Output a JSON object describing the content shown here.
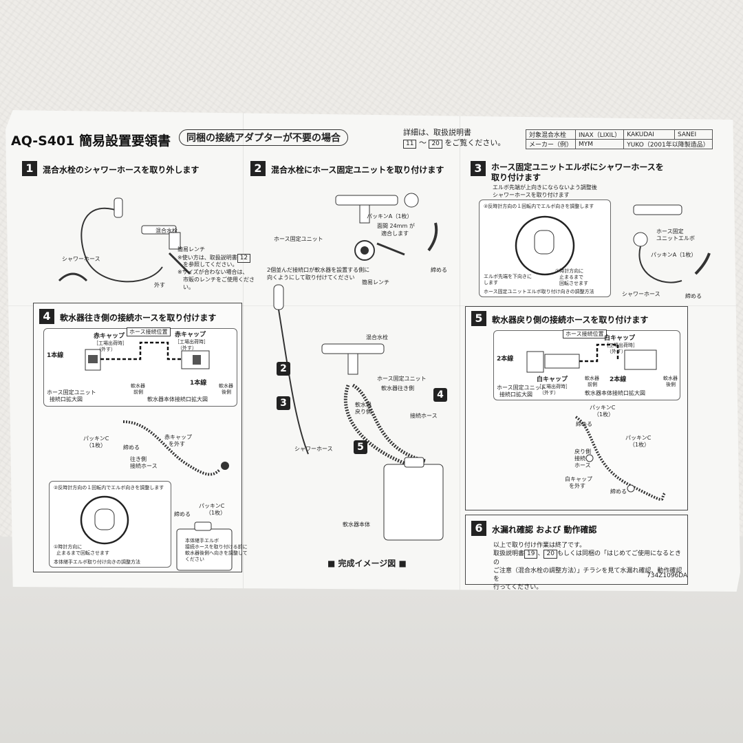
{
  "header": {
    "title": "AQ-S401 簡易設置要領書",
    "subtitle": "同梱の接続アダプターが不要の場合",
    "detail_line1": "詳細は、取扱説明書",
    "detail_page_from": "11",
    "detail_tilde": "〜",
    "detail_page_to": "20",
    "detail_line2_suffix": "をご覧ください。",
    "maker_table": {
      "row1_label": "対象混合水栓",
      "row2_label": "メーカー（例）",
      "row1_values": [
        "INAX（LIXIL）",
        "KAKUDAI",
        "SANEI"
      ],
      "row2_values": [
        "MYM",
        "YUKO（2001年以降製造品）"
      ]
    }
  },
  "steps": [
    {
      "num": "1",
      "title": "混合水栓のシャワーホースを取り外します",
      "labels": {
        "faucet": "混合水栓",
        "hose": "シャワーホース",
        "wrench": "簡易レンチ",
        "note1": "※使い方は、取扱説明書",
        "note1_page": "12",
        "note1b": "を参照してください。",
        "note2": "※サイズが合わない場合は、",
        "note2b": "市販のレンチをご使用くださ",
        "note2c": "い。",
        "remove": "外す"
      }
    },
    {
      "num": "2",
      "title": "混合水栓にホース固定ユニットを取り付けます",
      "labels": {
        "packing": "パッキンA（1枚）",
        "face1": "面間 24mm が",
        "face2": "適合します",
        "unit": "ホース固定ユニット",
        "note1": "2個並んだ接続口が軟水器を設置する側に",
        "note2": "向くようにして取り付けてください",
        "wrench": "簡易レンチ",
        "tighten": "締める"
      }
    },
    {
      "num": "3",
      "title_line1": "ホース固定ユニットエルボにシャワーホースを",
      "title_line2": "取り付けます",
      "labels": {
        "note1": "エルボ先端が上向きにならないよう調整後",
        "note2": "シャワーホースを取り付けます",
        "inset_top": "②反時計方向の１回転内でエルボ向きを調整します",
        "inset_left1": "エルボ先端を下向きに",
        "inset_left2": "します",
        "inset_right1": "①時計方向に",
        "inset_right2": "止まるまで",
        "inset_right3": "回転させます",
        "inset_bottom": "ホース固定ユニットエルボ取り付け向きの調整方法",
        "elbow1": "ホース固定",
        "elbow2": "ユニットエルボ",
        "packing": "パッキンA（1枚）",
        "hose": "シャワーホース",
        "tighten": "締める"
      }
    },
    {
      "num": "4",
      "title": "軟水器往き側の接続ホースを取り付けます",
      "labels": {
        "position": "ホース接続位置",
        "red_cap1": "赤キャップ",
        "red_cap1b": "［工場出荷時］",
        "red_cap1c": "（外す）",
        "red_cap2": "赤キャップ",
        "red_cap2b": "［工場出荷時］",
        "red_cap2c": "（外す）",
        "one_line_a": "1本線",
        "one_line_b": "1本線",
        "unit_zoom1": "ホース固定ユニット",
        "unit_zoom2": "接続口拡大図",
        "front1": "軟水器",
        "front2": "前側",
        "rear1": "軟水器",
        "rear2": "後側",
        "body_zoom": "軟水器本体接続口拡大図",
        "packing_c": "パッキンC",
        "packing_c_n": "（1枚）",
        "tighten": "締める",
        "red_cap_remove1": "赤キャップ",
        "red_cap_remove2": "を外す",
        "out_hose1": "往き側",
        "out_hose2": "接続ホース",
        "inset_top": "②反時計方向の１回転内でエルボ向きを調整します",
        "tighten2": "締める",
        "packing_c2": "パッキンC",
        "packing_c2_n": "（1枚）",
        "inset_r1": "①時計方向に",
        "inset_r2": "止まるまで回転させます",
        "inset_bottom": "本体継手エルボ取り付け向きの調整方法",
        "elbow_note1": "本体継手エルボ",
        "elbow_note2": "接続ホースを取り付ける前に",
        "elbow_note3": "軟水器後側へ向きを調整して",
        "elbow_note4": "ください"
      }
    },
    {
      "num": "5",
      "title": "軟水器戻り側の接続ホースを取り付けます",
      "labels": {
        "position": "ホース接続位置",
        "white_cap1": "白キャップ",
        "white_cap1b": "［工場出荷時］",
        "white_cap1c": "（外す）",
        "two_line_a": "2本線",
        "two_line_b": "2本線",
        "white_cap2": "白キャップ",
        "white_cap2b": "［工場出荷時］",
        "white_cap2c": "（外す）",
        "front1": "軟水器",
        "front2": "前側",
        "rear1": "軟水器",
        "rear2": "後側",
        "unit_zoom1": "ホース固定ユニット",
        "unit_zoom2": "接続口拡大図",
        "body_zoom": "軟水器本体接続口拡大図",
        "packing_c": "パッキンC",
        "packing_c_n": "（1枚）",
        "tighten": "締める",
        "return_hose1": "戻り側",
        "return_hose2": "接続",
        "return_hose3": "ホース",
        "packing_c2": "パッキンC",
        "packing_c2_n": "（1枚）",
        "white_cap_remove1": "白キャップ",
        "white_cap_remove2": "を外す",
        "tighten2": "締める"
      }
    },
    {
      "num": "6",
      "title": "水漏れ確認 および 動作確認",
      "text_line1": "以上で取り付け作業は終了です。",
      "text_line2a": "取扱説明書",
      "text_page1": "19",
      "text_line2b": "、",
      "text_page2": "20",
      "text_line2c": "もしくは同梱の「はじめてご使用になるときの",
      "text_line3": "ご注意（混合水栓の調整方法）」チラシを見て水漏れ確認、動作確認を",
      "text_line4": "行ってください。"
    }
  ],
  "center": {
    "faucet": "混合水栓",
    "unit": "ホース固定ユニット",
    "outgoing": "軟水器往き側",
    "return1": "軟水器",
    "return2": "戻り側",
    "conn_hose": "接続ホース",
    "shower_hose": "シャワーホース",
    "body": "軟水器本体",
    "badges": [
      "2",
      "3",
      "4",
      "5"
    ],
    "caption": "■ 完成イメージ図 ■"
  },
  "footer_code": "734Z1096DA",
  "colors": {
    "ink": "#222222",
    "paper": "#f7f7f5",
    "wall": "#eeece8"
  }
}
